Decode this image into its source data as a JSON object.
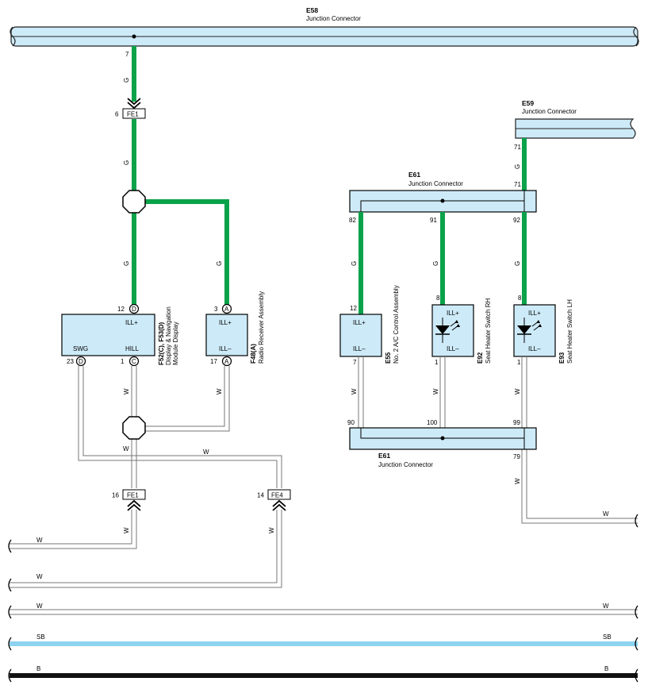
{
  "connectors": {
    "e58": {
      "id": "E58",
      "name": "Junction Connector"
    },
    "e59": {
      "id": "E59",
      "name": "Junction Connector"
    },
    "e61_top": {
      "id": "E61",
      "name": "Junction Connector"
    },
    "e61_bottom": {
      "id": "E61",
      "name": "Junction Connector"
    }
  },
  "components": {
    "display": {
      "id": "F52(C), F53(D)",
      "name_line1": "Display & Navigation",
      "name_line2": "Module Display",
      "terminal_ill_plus": "ILL+",
      "terminal_swg": "SWG",
      "terminal_hill": "HILL",
      "pin_ill_plus": "12",
      "pin_ill_plus_conn": "D",
      "pin_swg": "23",
      "pin_swg_conn": "D",
      "pin_hill": "1",
      "pin_hill_conn": "C"
    },
    "radio": {
      "id": "F48(A)",
      "name": "Radio Receiver Assembly",
      "terminal_ill_plus": "ILL+",
      "terminal_ill_minus": "ILL–",
      "pin_ill_plus": "3",
      "pin_ill_minus": "17",
      "pin_conn": "A"
    },
    "ac": {
      "id": "E55",
      "name": "No. 2 A/C Control Assembly",
      "terminal_ill_plus": "ILL+",
      "terminal_ill_minus": "ILL–",
      "pin_ill_plus": "12",
      "pin_ill_minus": "7"
    },
    "seat_rh": {
      "id": "E92",
      "name": "Seat Heater Switch RH",
      "terminal_ill_plus": "ILL+",
      "terminal_ill_minus": "ILL–",
      "pin_ill_plus": "8",
      "pin_ill_minus": "1"
    },
    "seat_lh": {
      "id": "E93",
      "name": "Seat Heater Switch LH",
      "terminal_ill_plus": "ILL+",
      "terminal_ill_minus": "ILL–",
      "pin_ill_plus": "8",
      "pin_ill_minus": "1"
    }
  },
  "inline_connectors": {
    "fe1_top": {
      "label": "FE1",
      "pin": "6"
    },
    "fe1_bottom": {
      "label": "FE1",
      "pin": "16"
    },
    "fe4": {
      "label": "FE4",
      "pin": "14"
    }
  },
  "pins": {
    "e58_7": "7",
    "e59_71": "71",
    "e61_71": "71",
    "e61_82": "82",
    "e61_91": "91",
    "e61_92": "92",
    "e61_90": "90",
    "e61_100": "100",
    "e61_99": "99",
    "e61_79": "79"
  },
  "wire_colors": {
    "g": "G",
    "w": "W",
    "sb": "SB",
    "b": "B"
  },
  "colors": {
    "green_wire": "#0aa24a",
    "sky_blue_wire": "#8dd3f0",
    "connector_fill": "#cdeaf8",
    "black_wire": "#111111",
    "white_wire_outline": "#777777"
  }
}
